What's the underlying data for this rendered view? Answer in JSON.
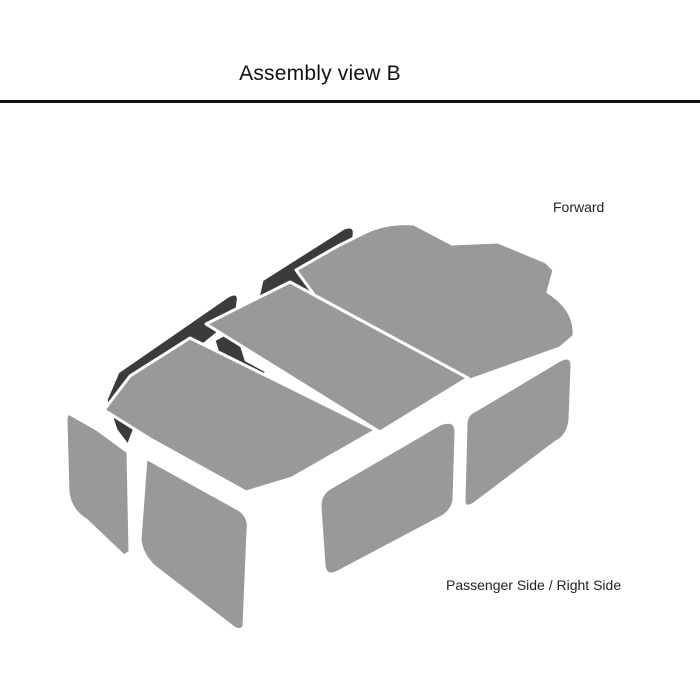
{
  "title": "Assembly view B",
  "labels": {
    "forward": "Forward",
    "side": "Passenger Side / Right Side"
  },
  "colors": {
    "panel_fill": "#999999",
    "panel_stroke": "#ffffff",
    "dark_panel": "#3b3b3b",
    "title_rule": "#111111"
  }
}
